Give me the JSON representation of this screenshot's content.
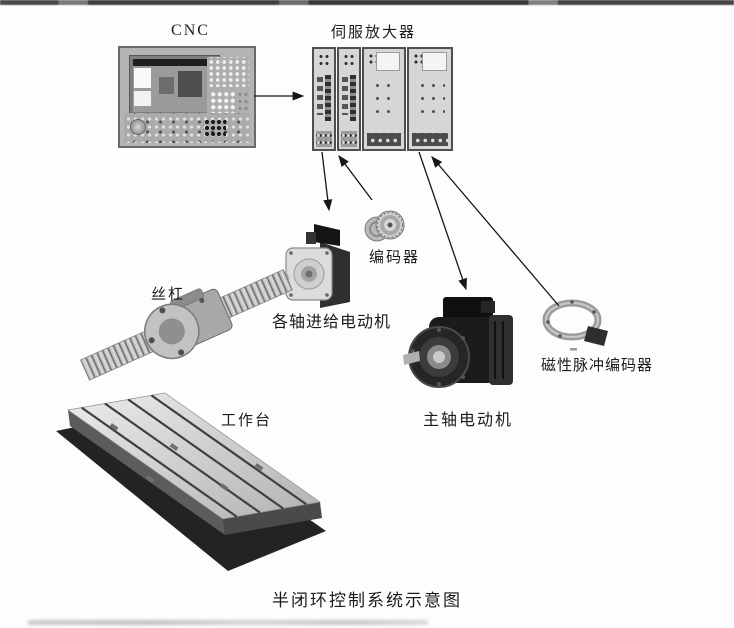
{
  "figure": {
    "caption": "半闭环控制系统示意图"
  },
  "labels": {
    "cnc": "CNC",
    "servo_amplifier": "伺服放大器",
    "encoder": "编码器",
    "feed_motor": "各轴进给电动机",
    "leadscrew": "丝杠",
    "worktable": "工作台",
    "spindle_motor": "主轴电动机",
    "magnetic_pulse_encoder": "磁性脉冲编码器"
  },
  "connections": [
    {
      "from": "CNC",
      "to": "伺服放大器",
      "direction": "command"
    },
    {
      "from": "伺服放大器",
      "to": "各轴进给电动机",
      "direction": "command"
    },
    {
      "from": "编码器",
      "to": "伺服放大器",
      "direction": "feedback"
    },
    {
      "from": "伺服放大器",
      "to": "主轴电动机",
      "direction": "command"
    },
    {
      "from": "磁性脉冲编码器",
      "to": "伺服放大器",
      "direction": "feedback"
    }
  ]
}
